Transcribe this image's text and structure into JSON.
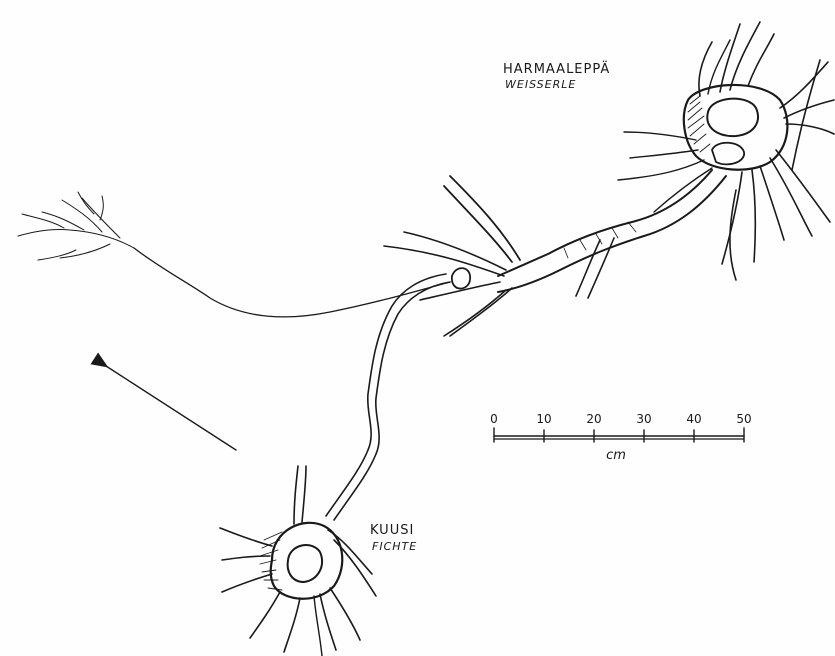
{
  "labels": {
    "alder_name": "HARMAALEPPÄ",
    "alder_sub": "WEISSERLE",
    "spruce_name": "KUUSI",
    "spruce_sub": "FICHTE"
  },
  "scale_bar": {
    "ticks": [
      "0",
      "10",
      "20",
      "30",
      "40",
      "50"
    ],
    "unit": "cm"
  },
  "colors": {
    "ink": "#1a1a1a",
    "paper": "#fefefe"
  }
}
